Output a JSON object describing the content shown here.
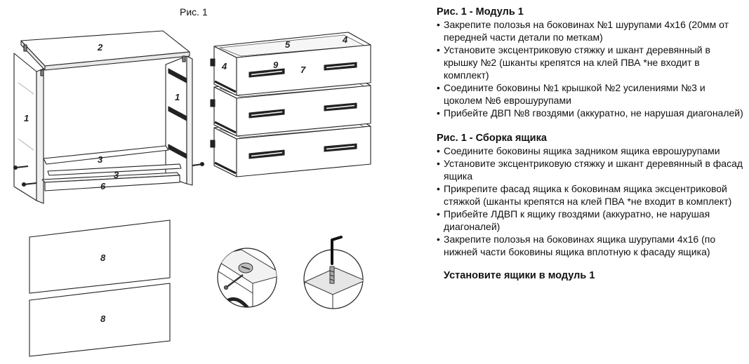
{
  "figure": {
    "caption": "Рис. 1",
    "labels": {
      "top_panel": "2",
      "left_side_panel": "1",
      "right_side_panel": "1",
      "reinforcement_back": "3",
      "reinforcement_front": "3",
      "plinth": "6",
      "drawer_back": "5",
      "drawer_side_left": "4",
      "drawer_side_right": "4",
      "drawer_handle": "9",
      "drawer_facade": "7",
      "hardboard_upper": "8",
      "hardboard_lower": "8"
    }
  },
  "instructions": {
    "sections": [
      {
        "title": "Рис. 1 - Модуль 1",
        "items": [
          "Закрепите полозья на боковинах №1 шурупами 4х16 (20мм от передней части детали по меткам)",
          "Установите эксцентриковую стяжку и шкант деревянный в крышку №2 (шканты крепятся на клей ПВА *не входит в комплект)",
          "Соедините боковины №1 крышкой №2 усилениями №3 и цоколем №6 еврошурупами",
          "Прибейте ДВП №8 гвоздями (аккуратно, не нарушая диагоналей)"
        ]
      },
      {
        "title": "Рис. 1 - Сборка ящика",
        "items": [
          "Соедините боковины ящика задником ящика еврошурупами",
          "Установите эксцентриковую стяжку и шкант деревянный в фасад ящика",
          "Прикрепите фасад ящика к боковинам ящика эксцентриковой стяжкой (шканты крепятся на клей ПВА *не входит в комплект)",
          "Прибейте ЛДВП к ящику гвоздями (аккуратно, не нарушая диагоналей)",
          "Закрепите полозья на боковинах ящика шурупами 4х16 (по нижней части боковины ящика вплотную к фасаду ящика)"
        ]
      }
    ],
    "final_step": "Установите ящики в модуль 1"
  }
}
